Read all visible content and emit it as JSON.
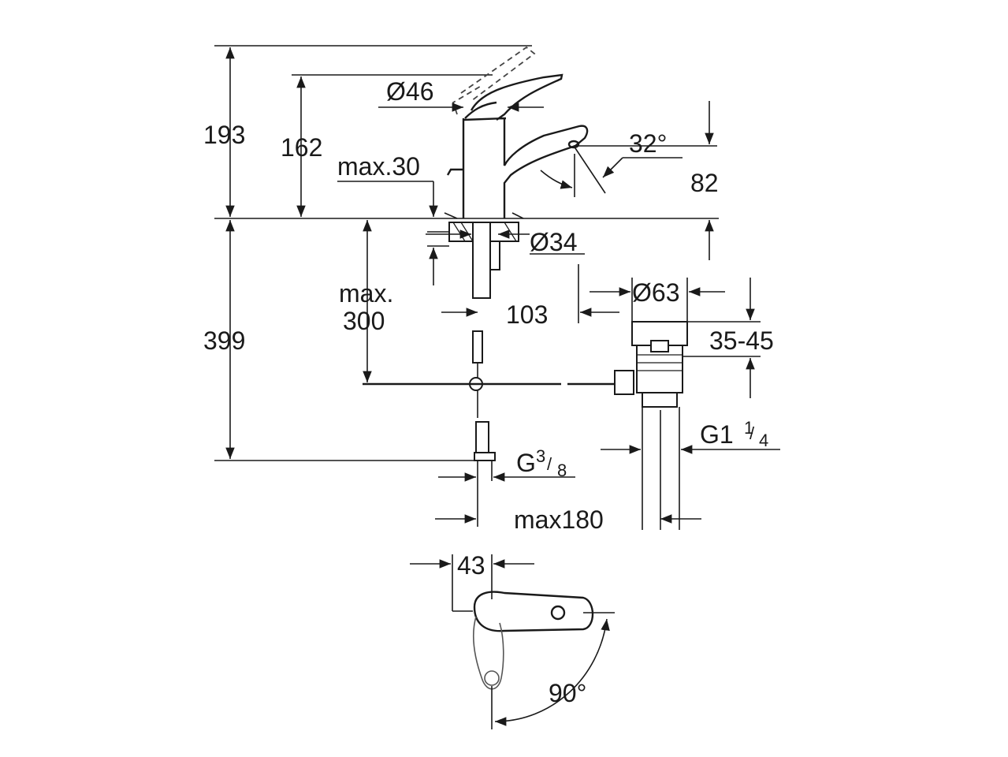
{
  "dimensions": {
    "total_height": "193",
    "spout_height": "162",
    "lever_dia": "Ø46",
    "counter_max": "max.30",
    "spout_angle": "32°",
    "spout_below": "82",
    "hole_dia": "Ø34",
    "below_max_a": "max.",
    "below_max_b": "300",
    "projection": "103",
    "waste_dia": "Ø63",
    "waste_range": "35-45",
    "below_total": "399",
    "waste_thread": "G1",
    "waste_thread_num": "1",
    "waste_thread_den": "4",
    "supply_thread": "G",
    "supply_thread_num": "3",
    "supply_thread_den": "8",
    "max_offset": "max180",
    "top_offset": "43",
    "rotation": "90°"
  }
}
